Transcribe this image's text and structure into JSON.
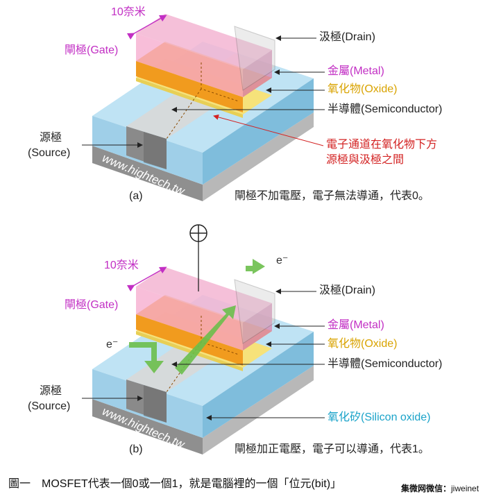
{
  "diagram_a": {
    "width_label": "10奈米",
    "gate": "閘極(Gate)",
    "drain": "汲極(Drain)",
    "metal": "金屬(Metal)",
    "oxide": "氧化物(Oxide)",
    "semiconductor": "半導體(Semiconductor)",
    "source_1": "源極",
    "source_2": "(Source)",
    "channel_1": "電子通道在氧化物下方",
    "channel_2": "源極與汲極之間",
    "watermark": "www.hightech.tw",
    "panel": "(a)",
    "note": "閘極不加電壓，電子無法導通，代表0。"
  },
  "diagram_b": {
    "width_label": "10奈米",
    "gate": "閘極(Gate)",
    "drain": "汲極(Drain)",
    "metal": "金屬(Metal)",
    "oxide": "氧化物(Oxide)",
    "semiconductor": "半導體(Semiconductor)",
    "source_1": "源極",
    "source_2": "(Source)",
    "silicon_oxide": "氧化矽(Silicon oxide)",
    "electron_in": "e⁻",
    "electron_out": "e⁻",
    "watermark": "www.hightech.tw",
    "panel": "(b)",
    "note": "閘極加正電壓，電子可以導通，代表1。"
  },
  "caption": "圖一　MOSFET代表一個0或一個1，就是電腦裡的一個「位元(bit)」",
  "source_credit": "集微网微信：",
  "source_handle": "jiweinet",
  "colors": {
    "substrate_blue": "#a9d6ee",
    "gray_base": "#9b9b9b",
    "gate_pink": "#f6a8cc",
    "metal_orange": "#f4a52b",
    "oxide_yellow": "#f6e27a",
    "arrow_green": "#6cbf4c",
    "magenta_text": "#c22fc4"
  }
}
